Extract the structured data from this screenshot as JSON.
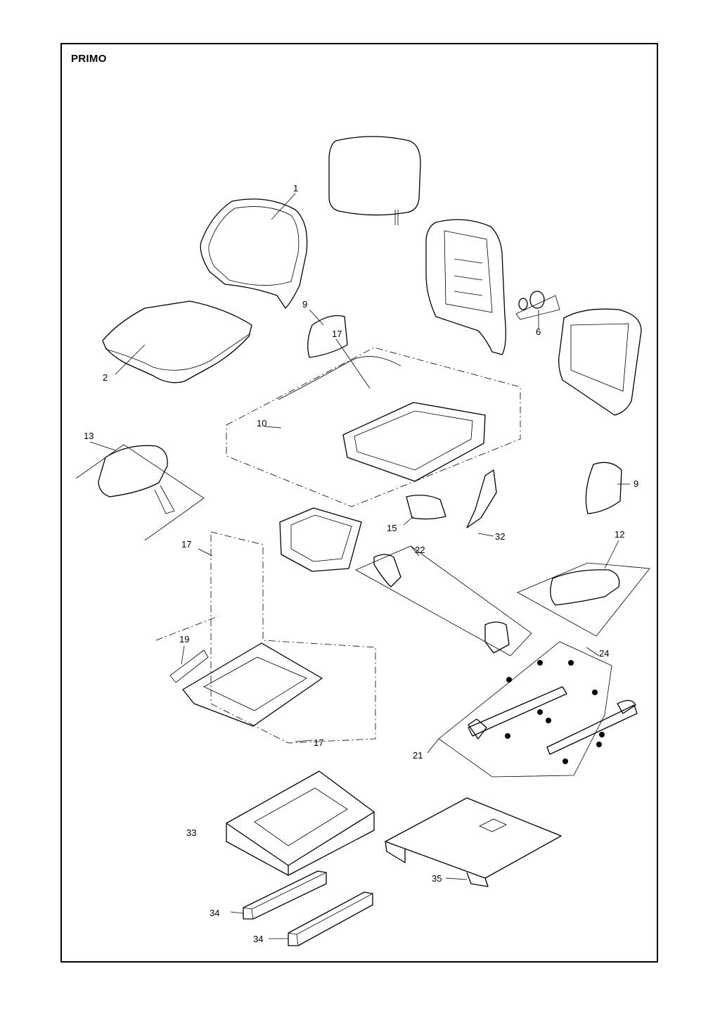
{
  "title": "PRIMO",
  "callouts": [
    {
      "id": "c1",
      "label": "1"
    },
    {
      "id": "c2",
      "label": "2"
    },
    {
      "id": "c6",
      "label": "6"
    },
    {
      "id": "c9a",
      "label": "9"
    },
    {
      "id": "c9b",
      "label": "9"
    },
    {
      "id": "c10",
      "label": "10"
    },
    {
      "id": "c12",
      "label": "12"
    },
    {
      "id": "c13",
      "label": "13"
    },
    {
      "id": "c15",
      "label": "15"
    },
    {
      "id": "c17a",
      "label": "17"
    },
    {
      "id": "c17b",
      "label": "17"
    },
    {
      "id": "c17c",
      "label": "17"
    },
    {
      "id": "c19",
      "label": "19"
    },
    {
      "id": "c21",
      "label": "21"
    },
    {
      "id": "c22",
      "label": "22"
    },
    {
      "id": "c24",
      "label": "24"
    },
    {
      "id": "c32",
      "label": "32"
    },
    {
      "id": "c33",
      "label": "33"
    },
    {
      "id": "c34a",
      "label": "34"
    },
    {
      "id": "c34b",
      "label": "34"
    },
    {
      "id": "c35",
      "label": "35"
    }
  ]
}
